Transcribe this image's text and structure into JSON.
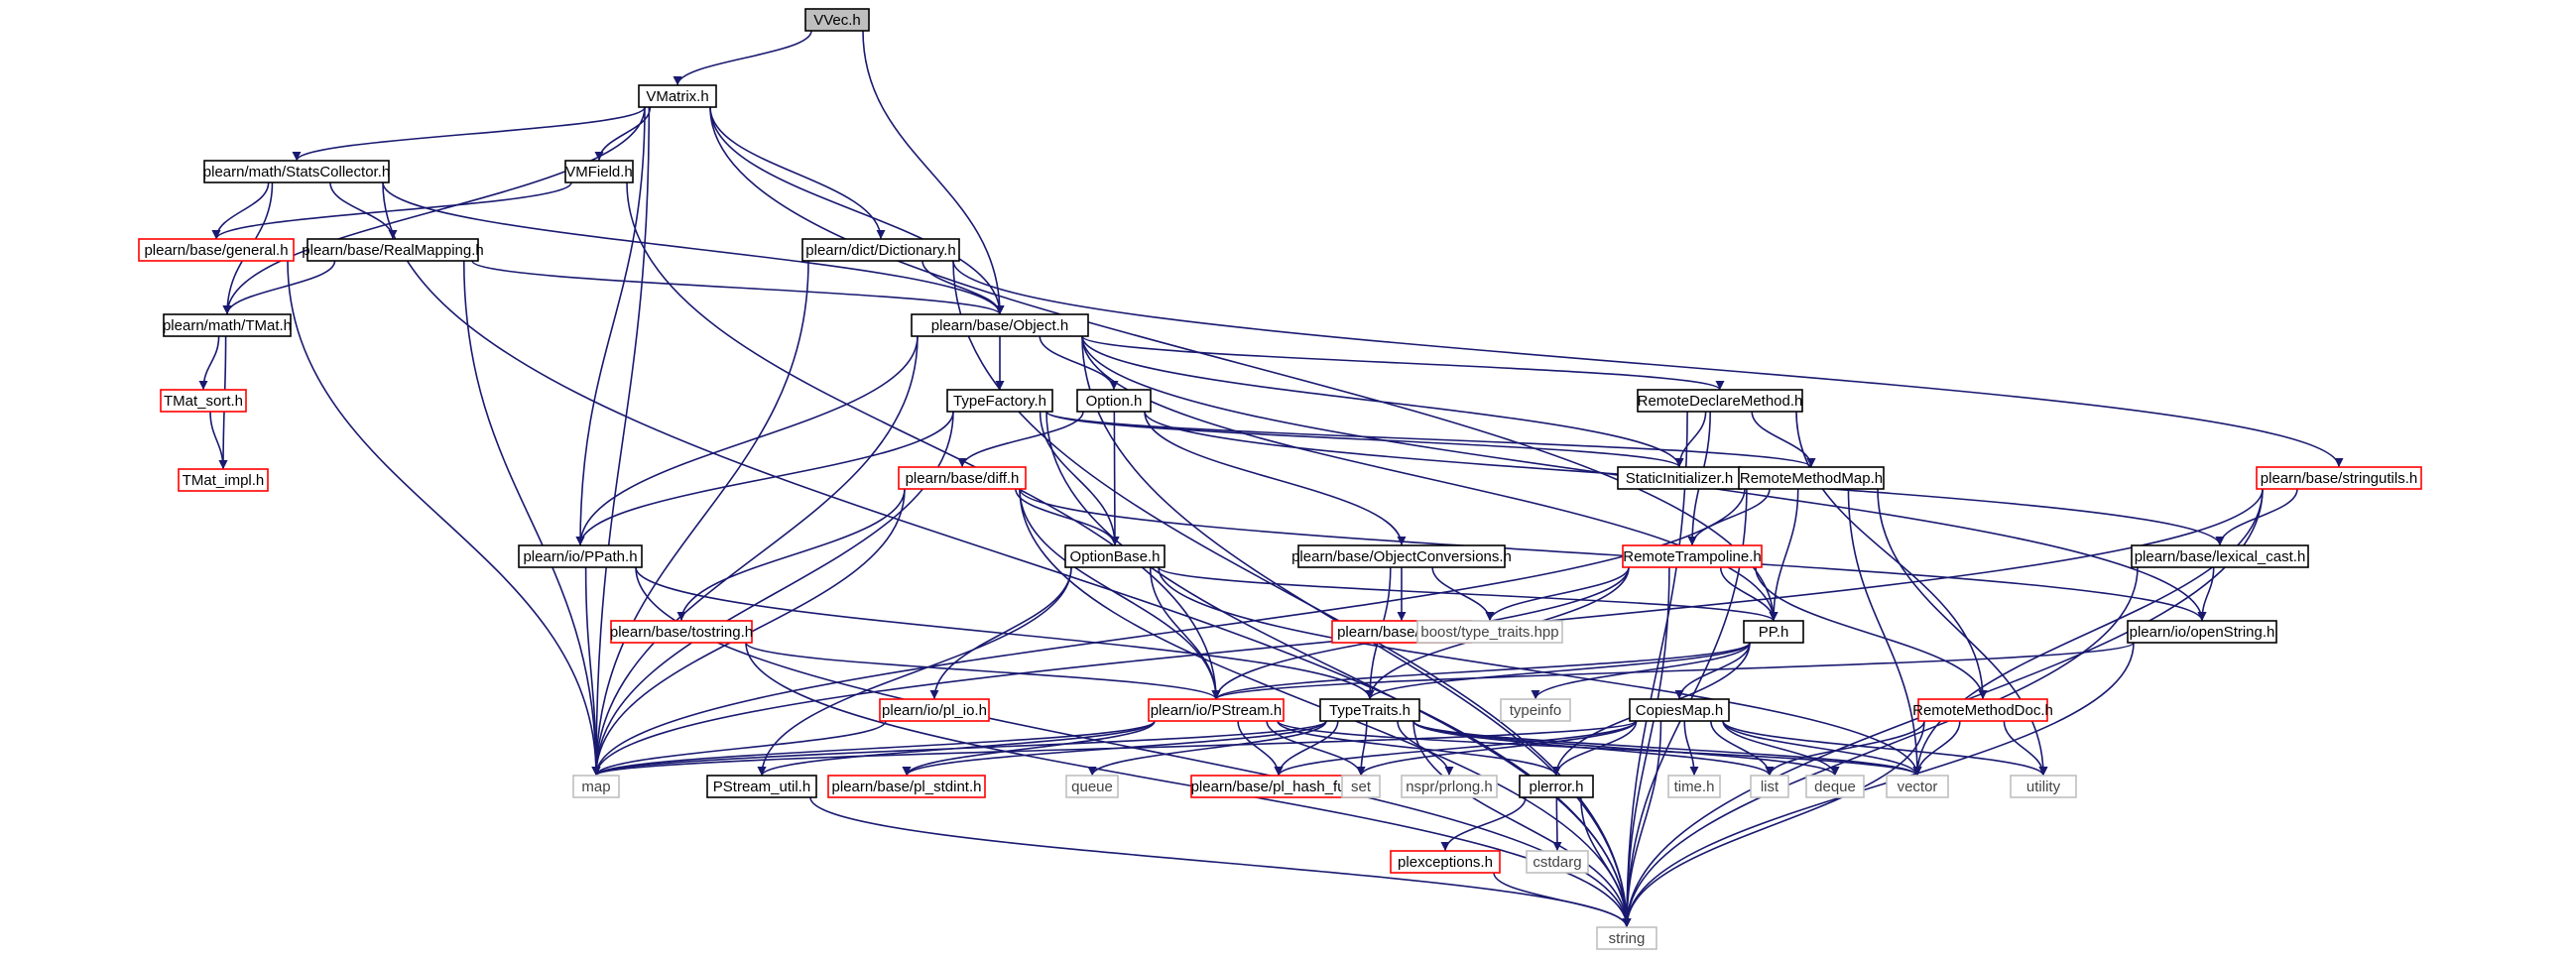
{
  "diagram": {
    "kind": "include-dependency-graph",
    "edge_color": "#191970",
    "node_styles": {
      "focus": {
        "fill": "#bfbfbf",
        "border": "#000000"
      },
      "normal": {
        "fill": "#ffffff",
        "border": "#000000"
      },
      "incomplete": {
        "fill": "#ffffff",
        "border": "#ff0000"
      },
      "system": {
        "fill": "#ffffff",
        "border": "#bfbfbf"
      }
    },
    "nodes": [
      {
        "id": "vvec",
        "label": "VVec.h",
        "style": "focus"
      },
      {
        "id": "vmatrix",
        "label": "VMatrix.h",
        "style": "normal"
      },
      {
        "id": "statscollector",
        "label": "plearn/math/StatsCollector.h",
        "style": "normal"
      },
      {
        "id": "vmfield",
        "label": "VMField.h",
        "style": "normal"
      },
      {
        "id": "dictionary",
        "label": "plearn/dict/Dictionary.h",
        "style": "normal"
      },
      {
        "id": "general",
        "label": "plearn/base/general.h",
        "style": "incomplete"
      },
      {
        "id": "realmapping",
        "label": "plearn/base/RealMapping.h",
        "style": "normal"
      },
      {
        "id": "tmat",
        "label": "plearn/math/TMat.h",
        "style": "normal"
      },
      {
        "id": "object",
        "label": "plearn/base/Object.h",
        "style": "normal"
      },
      {
        "id": "tmatsort",
        "label": "TMat_sort.h",
        "style": "incomplete"
      },
      {
        "id": "tmatimpl",
        "label": "TMat_impl.h",
        "style": "incomplete"
      },
      {
        "id": "typefactory",
        "label": "TypeFactory.h",
        "style": "normal"
      },
      {
        "id": "option",
        "label": "Option.h",
        "style": "normal"
      },
      {
        "id": "remotedeclare",
        "label": "RemoteDeclareMethod.h",
        "style": "normal"
      },
      {
        "id": "staticinit",
        "label": "StaticInitializer.h",
        "style": "normal"
      },
      {
        "id": "stringutils",
        "label": "plearn/base/stringutils.h",
        "style": "incomplete"
      },
      {
        "id": "diff",
        "label": "plearn/base/diff.h",
        "style": "incomplete"
      },
      {
        "id": "remotemethodmap",
        "label": "RemoteMethodMap.h",
        "style": "normal"
      },
      {
        "id": "ppath",
        "label": "plearn/io/PPath.h",
        "style": "normal"
      },
      {
        "id": "optionbase",
        "label": "OptionBase.h",
        "style": "normal"
      },
      {
        "id": "objconv",
        "label": "plearn/base/ObjectConversions.h",
        "style": "normal"
      },
      {
        "id": "remotetramp",
        "label": "RemoteTrampoline.h",
        "style": "incomplete"
      },
      {
        "id": "lexicalcast",
        "label": "plearn/base/lexical_cast.h",
        "style": "normal"
      },
      {
        "id": "array",
        "label": "plearn/base/Array.h",
        "style": "incomplete"
      },
      {
        "id": "tostring",
        "label": "plearn/base/tostring.h",
        "style": "incomplete"
      },
      {
        "id": "boosttt",
        "label": "boost/type_traits.hpp",
        "style": "system"
      },
      {
        "id": "pp",
        "label": "PP.h",
        "style": "normal"
      },
      {
        "id": "openstring",
        "label": "plearn/io/openString.h",
        "style": "normal"
      },
      {
        "id": "plio",
        "label": "plearn/io/pl_io.h",
        "style": "incomplete"
      },
      {
        "id": "pstream",
        "label": "plearn/io/PStream.h",
        "style": "incomplete"
      },
      {
        "id": "typetraits",
        "label": "TypeTraits.h",
        "style": "normal"
      },
      {
        "id": "typeinfo",
        "label": "typeinfo",
        "style": "system"
      },
      {
        "id": "remotemethoddoc",
        "label": "RemoteMethodDoc.h",
        "style": "incomplete"
      },
      {
        "id": "copiesmap",
        "label": "CopiesMap.h",
        "style": "normal"
      },
      {
        "id": "map",
        "label": "map",
        "style": "system"
      },
      {
        "id": "pstreamutil",
        "label": "PStream_util.h",
        "style": "normal"
      },
      {
        "id": "plstdint",
        "label": "plearn/base/pl_stdint.h",
        "style": "incomplete"
      },
      {
        "id": "queue",
        "label": "queue",
        "style": "system"
      },
      {
        "id": "plhashfun",
        "label": "plearn/base/pl_hash_fun.h",
        "style": "incomplete"
      },
      {
        "id": "set",
        "label": "set",
        "style": "system"
      },
      {
        "id": "nsprprlong",
        "label": "nspr/prlong.h",
        "style": "system"
      },
      {
        "id": "plerror",
        "label": "plerror.h",
        "style": "normal"
      },
      {
        "id": "timeh",
        "label": "time.h",
        "style": "system"
      },
      {
        "id": "list",
        "label": "list",
        "style": "system"
      },
      {
        "id": "deque",
        "label": "deque",
        "style": "system"
      },
      {
        "id": "vector",
        "label": "vector",
        "style": "system"
      },
      {
        "id": "utility",
        "label": "utility",
        "style": "system"
      },
      {
        "id": "cstdarg",
        "label": "cstdarg",
        "style": "system"
      },
      {
        "id": "plexceptions",
        "label": "plexceptions.h",
        "style": "incomplete"
      },
      {
        "id": "string",
        "label": "string",
        "style": "system"
      }
    ],
    "edges": [
      [
        "vvec",
        "vmatrix"
      ],
      [
        "vvec",
        "object"
      ],
      [
        "vmatrix",
        "statscollector"
      ],
      [
        "vmatrix",
        "vmfield"
      ],
      [
        "vmatrix",
        "dictionary"
      ],
      [
        "vmatrix",
        "tmat"
      ],
      [
        "vmatrix",
        "object"
      ],
      [
        "vmatrix",
        "ppath"
      ],
      [
        "vmatrix",
        "map"
      ],
      [
        "vmatrix",
        "pp"
      ],
      [
        "statscollector",
        "general"
      ],
      [
        "statscollector",
        "realmapping"
      ],
      [
        "statscollector",
        "tmat"
      ],
      [
        "statscollector",
        "object"
      ],
      [
        "statscollector",
        "string"
      ],
      [
        "vmfield",
        "general"
      ],
      [
        "vmfield",
        "pstream"
      ],
      [
        "dictionary",
        "object"
      ],
      [
        "dictionary",
        "stringutils"
      ],
      [
        "dictionary",
        "map"
      ],
      [
        "dictionary",
        "string"
      ],
      [
        "general",
        "map"
      ],
      [
        "realmapping",
        "object"
      ],
      [
        "realmapping",
        "tmat"
      ],
      [
        "realmapping",
        "map"
      ],
      [
        "tmat",
        "tmatsort"
      ],
      [
        "tmat",
        "tmatimpl"
      ],
      [
        "tmatsort",
        "tmatimpl"
      ],
      [
        "object",
        "typefactory"
      ],
      [
        "object",
        "option"
      ],
      [
        "object",
        "remotedeclare"
      ],
      [
        "object",
        "staticinit"
      ],
      [
        "object",
        "ppath"
      ],
      [
        "object",
        "pp"
      ],
      [
        "object",
        "openstring"
      ],
      [
        "object",
        "map"
      ],
      [
        "object",
        "string"
      ],
      [
        "typefactory",
        "staticinit"
      ],
      [
        "typefactory",
        "ppath"
      ],
      [
        "typefactory",
        "optionbase"
      ],
      [
        "typefactory",
        "remotemethodmap"
      ],
      [
        "typefactory",
        "map"
      ],
      [
        "typefactory",
        "string"
      ],
      [
        "option",
        "diff"
      ],
      [
        "option",
        "optionbase"
      ],
      [
        "option",
        "objconv"
      ],
      [
        "option",
        "lexicalcast"
      ],
      [
        "remotedeclare",
        "staticinit"
      ],
      [
        "remotedeclare",
        "remotemethodmap"
      ],
      [
        "remotedeclare",
        "remotetramp"
      ],
      [
        "remotedeclare",
        "remotemethoddoc"
      ],
      [
        "remotedeclare",
        "string"
      ],
      [
        "stringutils",
        "lexicalcast"
      ],
      [
        "stringutils",
        "vector"
      ],
      [
        "stringutils",
        "string"
      ],
      [
        "stringutils",
        "map"
      ],
      [
        "diff",
        "optionbase"
      ],
      [
        "diff",
        "tostring"
      ],
      [
        "diff",
        "pstream"
      ],
      [
        "diff",
        "openstring"
      ],
      [
        "diff",
        "map"
      ],
      [
        "diff",
        "string"
      ],
      [
        "remotemethodmap",
        "remotetramp"
      ],
      [
        "remotemethodmap",
        "pp"
      ],
      [
        "remotemethodmap",
        "map"
      ],
      [
        "remotemethodmap",
        "vector"
      ],
      [
        "remotemethodmap",
        "utility"
      ],
      [
        "remotemethodmap",
        "string"
      ],
      [
        "ppath",
        "typetraits"
      ],
      [
        "ppath",
        "map"
      ],
      [
        "ppath",
        "string"
      ],
      [
        "optionbase",
        "pp"
      ],
      [
        "optionbase",
        "plio"
      ],
      [
        "optionbase",
        "pstream"
      ],
      [
        "optionbase",
        "pstreamutil"
      ],
      [
        "optionbase",
        "vector"
      ],
      [
        "objconv",
        "boosttt"
      ],
      [
        "objconv",
        "typetraits"
      ],
      [
        "objconv",
        "array"
      ],
      [
        "remotetramp",
        "boosttt"
      ],
      [
        "remotetramp",
        "pp"
      ],
      [
        "remotetramp",
        "pstream"
      ],
      [
        "remotetramp",
        "typetraits"
      ],
      [
        "remotetramp",
        "remotemethoddoc"
      ],
      [
        "remotetramp",
        "string"
      ],
      [
        "lexicalcast",
        "openstring"
      ],
      [
        "lexicalcast",
        "string"
      ],
      [
        "tostring",
        "pstream"
      ],
      [
        "tostring",
        "string"
      ],
      [
        "pp",
        "typetraits"
      ],
      [
        "pp",
        "typeinfo"
      ],
      [
        "pp",
        "copiesmap"
      ],
      [
        "pp",
        "plerror"
      ],
      [
        "pp",
        "pstream"
      ],
      [
        "openstring",
        "pstream"
      ],
      [
        "openstring",
        "string"
      ],
      [
        "plio",
        "map"
      ],
      [
        "pstream",
        "map"
      ],
      [
        "pstream",
        "pstreamutil"
      ],
      [
        "pstream",
        "plstdint"
      ],
      [
        "pstream",
        "plhashfun"
      ],
      [
        "pstream",
        "set"
      ],
      [
        "pstream",
        "plerror"
      ],
      [
        "pstream",
        "vector"
      ],
      [
        "typetraits",
        "map"
      ],
      [
        "typetraits",
        "plstdint"
      ],
      [
        "typetraits",
        "queue"
      ],
      [
        "typetraits",
        "plhashfun"
      ],
      [
        "typetraits",
        "set"
      ],
      [
        "typetraits",
        "nsprprlong"
      ],
      [
        "typetraits",
        "list"
      ],
      [
        "typetraits",
        "deque"
      ],
      [
        "typetraits",
        "vector"
      ],
      [
        "typetraits",
        "string"
      ],
      [
        "remotemethoddoc",
        "list"
      ],
      [
        "remotemethoddoc",
        "vector"
      ],
      [
        "remotemethoddoc",
        "utility"
      ],
      [
        "remotemethoddoc",
        "string"
      ],
      [
        "copiesmap",
        "map"
      ],
      [
        "copiesmap",
        "plhashfun"
      ],
      [
        "copiesmap",
        "set"
      ],
      [
        "copiesmap",
        "plerror"
      ],
      [
        "copiesmap",
        "timeh"
      ],
      [
        "copiesmap",
        "list"
      ],
      [
        "copiesmap",
        "deque"
      ],
      [
        "copiesmap",
        "vector"
      ],
      [
        "copiesmap",
        "utility"
      ],
      [
        "copiesmap",
        "string"
      ],
      [
        "pstreamutil",
        "string"
      ],
      [
        "plerror",
        "cstdarg"
      ],
      [
        "plerror",
        "plexceptions"
      ],
      [
        "plerror",
        "string"
      ],
      [
        "plexceptions",
        "string"
      ]
    ]
  }
}
